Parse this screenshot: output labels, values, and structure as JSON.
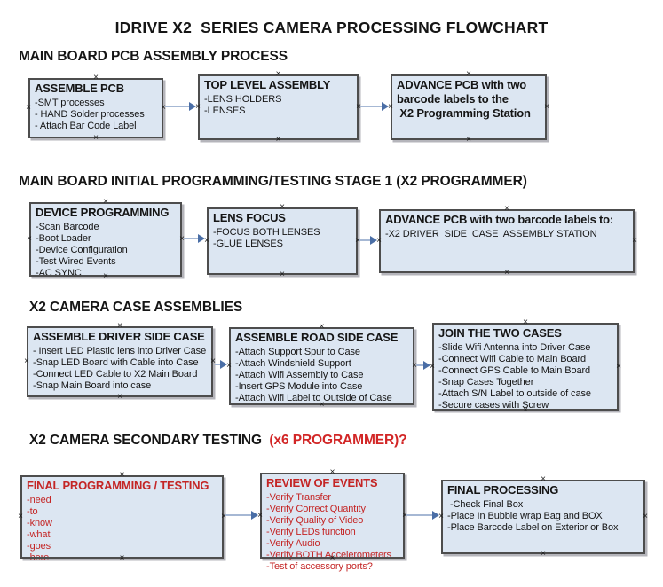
{
  "title": "IDRIVE X2  SERIES CAMERA PROCESSING FLOWCHART",
  "colors": {
    "box_fill": "#dce6f2",
    "box_border": "#4d4d4d",
    "arrow_line": "#a6b8d4",
    "arrow_head": "#4a6ea6",
    "red_text": "#c42525",
    "heading_red": "#d22626"
  },
  "sections": [
    {
      "heading": "MAIN BOARD PCB ASSEMBLY PROCESS",
      "heading_suffix": "",
      "boxes": [
        {
          "variant": "black",
          "title_lines": [
            "ASSEMBLE PCB"
          ],
          "items": [
            "-SMT processes",
            "- HAND Solder processes",
            "- Attach Bar Code Label"
          ]
        },
        {
          "variant": "black",
          "title_lines": [
            "TOP LEVEL ASSEMBLY"
          ],
          "items": [
            "-LENS HOLDERS",
            "-LENSES"
          ]
        },
        {
          "variant": "black",
          "title_lines": [
            "ADVANCE PCB with two",
            "barcode labels to the",
            " X2 Programming Station"
          ],
          "items": []
        }
      ]
    },
    {
      "heading": "MAIN BOARD INITIAL PROGRAMMING/TESTING STAGE 1 (X2 PROGRAMMER)",
      "heading_suffix": "",
      "boxes": [
        {
          "variant": "black",
          "title_lines": [
            "DEVICE PROGRAMMING"
          ],
          "items": [
            "-Scan Barcode",
            "-Boot Loader",
            "-Device Configuration",
            "-Test Wired Events",
            "-AC SYNC"
          ]
        },
        {
          "variant": "black",
          "title_lines": [
            "LENS FOCUS"
          ],
          "items": [
            "-FOCUS BOTH LENSES",
            "-GLUE LENSES"
          ]
        },
        {
          "variant": "black",
          "title_lines": [
            "ADVANCE PCB with two barcode labels to:"
          ],
          "items": [
            "-X2 DRIVER  SIDE  CASE  ASSEMBLY STATION"
          ]
        }
      ]
    },
    {
      "heading": "X2 CAMERA CASE ASSEMBLIES",
      "heading_suffix": "",
      "boxes": [
        {
          "variant": "black",
          "title_lines": [
            "ASSEMBLE DRIVER SIDE CASE"
          ],
          "items": [
            "- Insert LED Plastic lens into Driver Case",
            "-Snap LED Board with Cable into Case",
            "-Connect LED Cable to X2 Main Board",
            "-Snap Main Board into case"
          ]
        },
        {
          "variant": "black",
          "title_lines": [
            "ASSEMBLE ROAD SIDE CASE"
          ],
          "items": [
            "-Attach Support Spur to Case",
            "-Attach Windshield Support",
            "-Attach Wifi Assembly to Case",
            "-Insert GPS Module into Case",
            "-Attach Wifi Label to Outside of Case"
          ]
        },
        {
          "variant": "black",
          "title_lines": [
            "JOIN THE TWO CASES"
          ],
          "items": [
            "-Slide Wifi Antenna into Driver Case",
            "-Connect Wifi Cable to Main Board",
            "-Connect GPS Cable to Main Board",
            "-Snap Cases Together",
            "-Attach S/N Label to outside of case",
            "-Secure cases with Screw"
          ]
        }
      ]
    },
    {
      "heading": "X2 CAMERA SECONDARY TESTING",
      "heading_suffix": "  (x6 PROGRAMMER)?",
      "boxes": [
        {
          "variant": "red",
          "title_lines": [
            "FINAL PROGRAMMING / TESTING"
          ],
          "items": [
            "-need",
            "-to",
            "-know",
            "-what",
            "-goes",
            "-here"
          ]
        },
        {
          "variant": "red",
          "title_lines": [
            "REVIEW OF EVENTS"
          ],
          "items": [
            "-Verify Transfer",
            "-Verify Correct Quantity",
            "-Verify Quality of Video",
            "-Verify LEDs function",
            "-Verify Audio",
            "-Verify BOTH Accelerometers",
            "-Test of accessory ports?"
          ]
        },
        {
          "variant": "black",
          "title_lines": [
            "FINAL PROCESSING"
          ],
          "items": [
            " -Check Final Box",
            "-Place In Bubble wrap Bag and BOX",
            "-Place Barcode Label on Exterior or Box"
          ]
        }
      ]
    }
  ]
}
